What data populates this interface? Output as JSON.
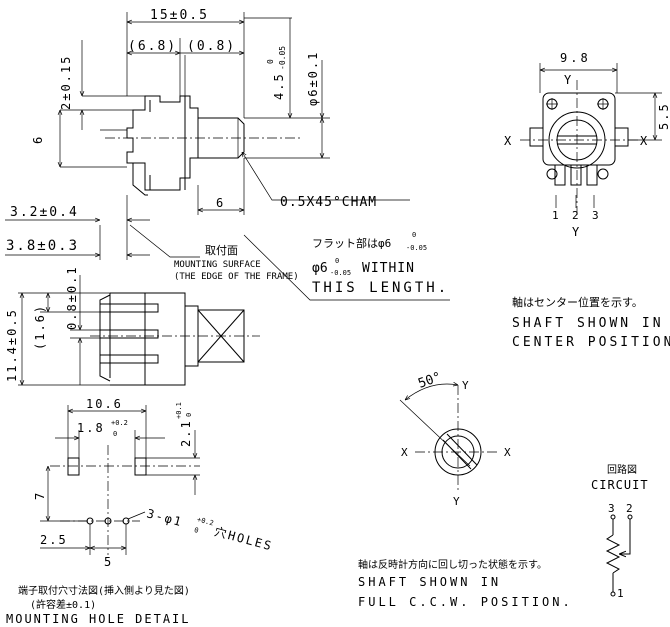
{
  "side_view": {
    "dim_overall": "15±0.5",
    "dim_68": "(6.8)",
    "dim_08": "(0.8)",
    "dim_45": "4.5",
    "dim_45_tol_top": "0",
    "dim_45_tol_bottom": "-0.05",
    "dim_phi6": "φ6±0.1",
    "dim_2": "2±0.15",
    "dim_6_left": "6",
    "dim_6_bottom": "6",
    "dim_32": "3.2±0.4",
    "dim_38": "3.8±0.3",
    "chamfer": "0.5X45°CHAM"
  },
  "mounting_surface": {
    "jp": "取付面",
    "line1": "MOUNTING SURFACE",
    "line2": "(THE EDGE OF THE FRAME)"
  },
  "flat_note": {
    "jp_prefix": "フラット部はφ6",
    "jp_tol_top": "0",
    "jp_tol_bottom": "-0.05",
    "en_prefix": "φ6",
    "en_tol_top": "0",
    "en_tol_bottom": "-0.05",
    "en_suffix": "WITHIN",
    "en_line2": "THIS LENGTH."
  },
  "front_view": {
    "dim_98": "9.8",
    "dim_55": "5.5",
    "label_x_left": "X",
    "label_x_right": "X",
    "label_y_top": "Y",
    "label_y_bottom": "Y",
    "terminals": [
      "1",
      "2",
      "3"
    ]
  },
  "top_view": {
    "dim_114": "11.4±0.5",
    "dim_16": "(1.6)",
    "dim_08": "0.8±0.1"
  },
  "shaft_center_note": {
    "jp": "軸はセンター位置を示す。",
    "line1": "SHAFT SHOWN IN",
    "line2": "CENTER POSITION."
  },
  "angle_view": {
    "angle": "50°",
    "label_y_top": "Y",
    "label_y_bottom": "Y",
    "label_x_left": "X",
    "label_x_right": "X"
  },
  "hole_detail": {
    "dim_106": "10.6",
    "dim_18": "1.8",
    "dim_18_tol_top": "+0.2",
    "dim_18_tol_bottom": "0",
    "dim_21": "2.1",
    "dim_21_tol_top": "+0.1",
    "dim_21_tol_bottom": "0",
    "dim_7": "7",
    "dim_25": "2.5",
    "dim_5": "5",
    "holes_prefix": "3-φ1",
    "holes_tol_top": "+0.2",
    "holes_tol_bottom": "0",
    "holes_suffix": "穴HOLES",
    "caption_jp1": "端子取付穴寸法図(挿入側より見た図)",
    "caption_jp2": "(許容差±0.1)",
    "caption_en": "MOUNTING HOLE DETAIL"
  },
  "ccw_note": {
    "jp": "軸は反時計方向に回し切った状態を示す。",
    "line1": "SHAFT SHOWN IN",
    "line2": "FULL C.C.W. POSITION."
  },
  "circuit": {
    "jp": "回路図",
    "en": "CIRCUIT",
    "pin3": "3",
    "pin2": "2",
    "pin1": "1"
  }
}
